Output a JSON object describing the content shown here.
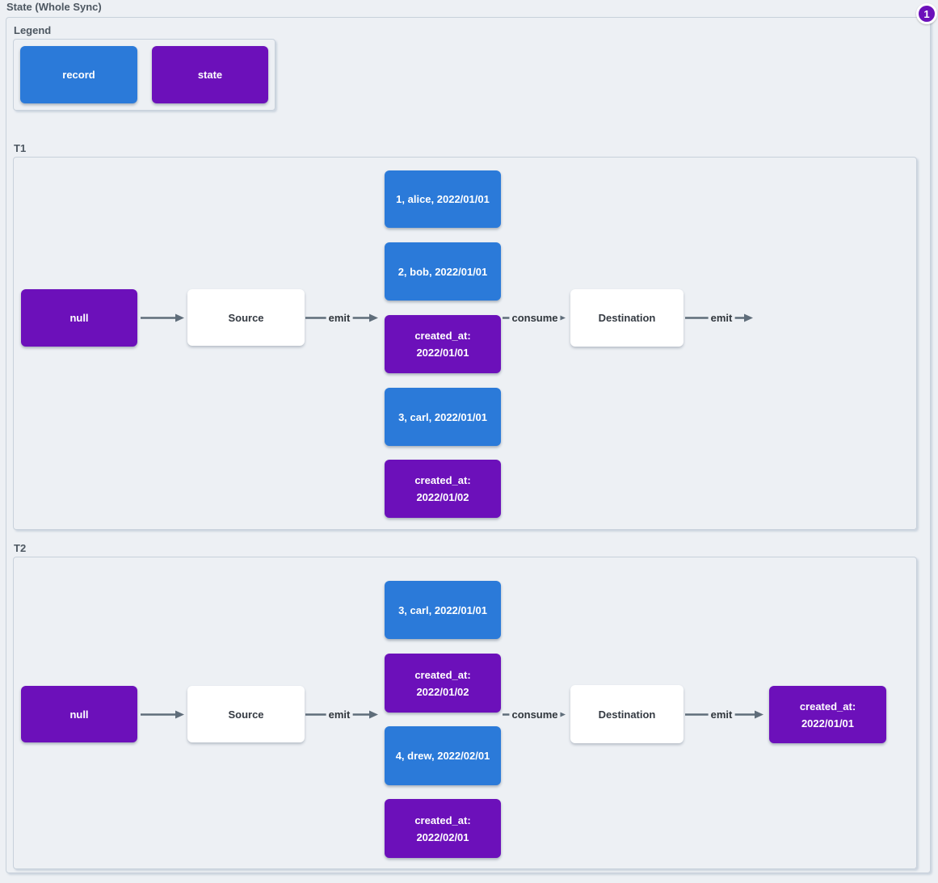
{
  "title": "State (Whole Sync)",
  "badge": "1",
  "colors": {
    "record": "#2b7ad9",
    "state": "#6c10ba",
    "background": "#edf0f4",
    "arrow": "#5f6d7a",
    "container_border": "#c8d1db"
  },
  "legend": {
    "label": "Legend",
    "items": [
      {
        "label": "record",
        "type": "record"
      },
      {
        "label": "state",
        "type": "state"
      }
    ]
  },
  "t1": {
    "label": "T1",
    "null_label": "null",
    "null_type": "state",
    "source_label": "Source",
    "emit_label": "emit",
    "consume_label": "consume",
    "destination_label": "Destination",
    "emit_out_label": "emit",
    "queue": [
      {
        "type": "record",
        "text": "1, alice, 2022/01/01"
      },
      {
        "type": "record",
        "text": "2, bob, 2022/01/01"
      },
      {
        "type": "state",
        "text": "created_at:\n2022/01/01"
      },
      {
        "type": "record",
        "text": "3, carl, 2022/01/01"
      },
      {
        "type": "state",
        "text": "created_at:\n2022/01/02"
      }
    ]
  },
  "t2": {
    "label": "T2",
    "null_label": "null",
    "null_type": "state",
    "source_label": "Source",
    "emit_label": "emit",
    "consume_label": "consume",
    "destination_label": "Destination",
    "emit_out_label": "emit",
    "queue": [
      {
        "type": "record",
        "text": "3, carl, 2022/01/01"
      },
      {
        "type": "state",
        "text": "created_at:\n2022/01/02"
      },
      {
        "type": "record",
        "text": "4, drew, 2022/02/01"
      },
      {
        "type": "state",
        "text": "created_at:\n2022/02/01"
      }
    ],
    "output": {
      "type": "state",
      "text": "created_at:\n2022/01/01"
    }
  }
}
